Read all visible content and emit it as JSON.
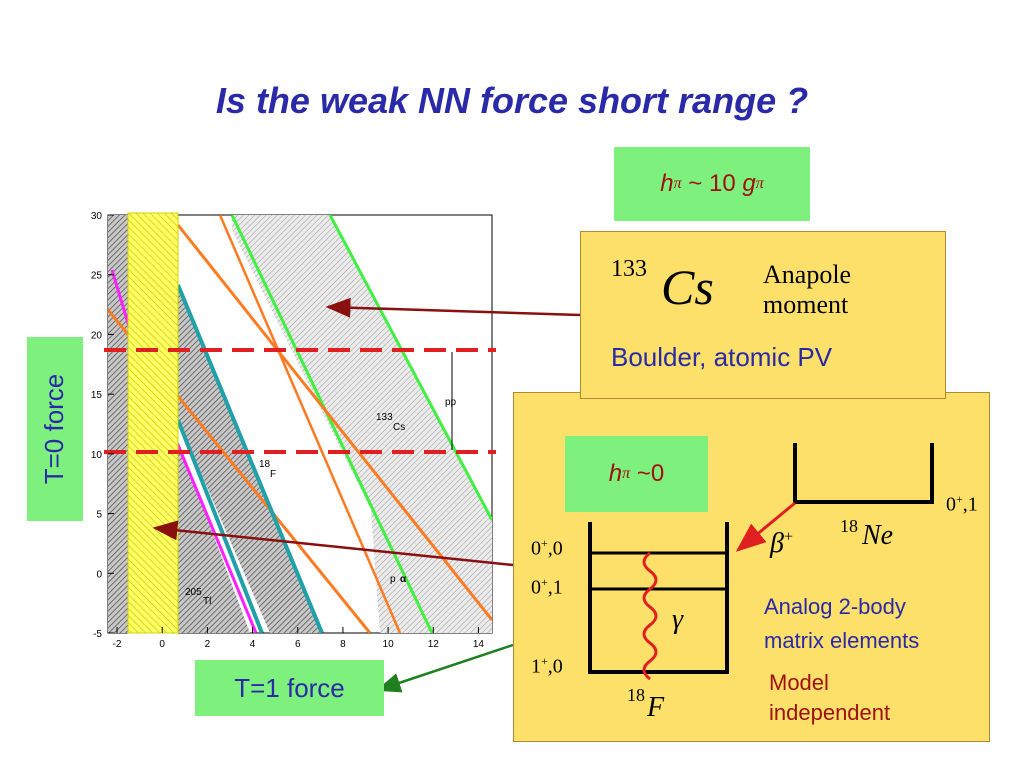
{
  "title": "Is the weak NN force short range ?",
  "hpi_gpi": {
    "h": "h",
    "pi": "π",
    "middle": " ~ 10 ",
    "g": "g",
    "pi2": "π"
  },
  "cs": {
    "mass": "133",
    "symbol": "Cs",
    "label_line1": "Anapole",
    "label_line2": "moment",
    "sub": "Boulder, atomic PV"
  },
  "hpi_zero": {
    "h": "h",
    "pi": "π",
    "rest": " ~0"
  },
  "t0_force": "T=0 force",
  "t1_force": "T=1 force",
  "ne": {
    "mass": "18",
    "symbol": "Ne",
    "state": "0",
    "state_sup": "+",
    "state_rest": ",1"
  },
  "beta": {
    "symbol": "β",
    "sup": "+"
  },
  "f_levels": [
    {
      "j": "0",
      "sup": "+",
      "t": ",0"
    },
    {
      "j": "0",
      "sup": "+",
      "t": ",1"
    },
    {
      "j": "1",
      "sup": "+",
      "t": ",0"
    }
  ],
  "f_nucleus": {
    "mass": "18",
    "symbol": "F"
  },
  "gamma": "γ",
  "analog_line1": "Analog 2-body",
  "analog_line2": "matrix elements",
  "model_line1": "Model",
  "model_line2": "independent",
  "plot": {
    "x_ticks": [
      "-2",
      "0",
      "2",
      "4",
      "6",
      "8",
      "10",
      "12",
      "14"
    ],
    "y_ticks": [
      "30",
      "25",
      "20",
      "15",
      "10",
      "5",
      "0",
      "-5"
    ],
    "labels": {
      "cs": "133",
      "cs_sym": "Cs",
      "f": "18",
      "f_sym": "F",
      "tl": "205",
      "tl_sym": "Tl",
      "pp": "pp",
      "p": "p",
      "alpha": "α"
    }
  },
  "colors": {
    "title": "#2a2aa8",
    "green_box": "#7df07d",
    "yellow_box": "#fde06a",
    "red_dashed": "#e02020",
    "orange_line": "#ff7a20",
    "teal_line": "#20a0a8",
    "magenta_line": "#ff20ff",
    "lime_line": "#40f040",
    "arrow_dark_red": "#8a1010",
    "arrow_green": "#208020",
    "navy_text": "#2a2aa8",
    "dark_red_text": "#a01010"
  }
}
